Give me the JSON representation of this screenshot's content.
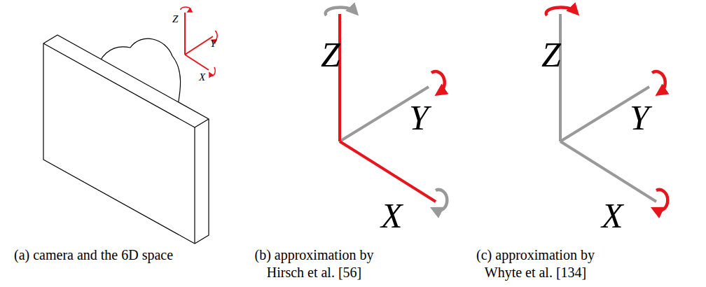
{
  "diagram": {
    "labels": [
      "Z",
      "Y",
      "X",
      "Z",
      "Y",
      "X",
      "Z",
      "Y",
      "X",
      "(a) camera and the 6D space",
      "(b) approximation by Hirsch et al. [56]",
      "(c) approximation by Whyte et al. [134]"
    ]
  }
}
